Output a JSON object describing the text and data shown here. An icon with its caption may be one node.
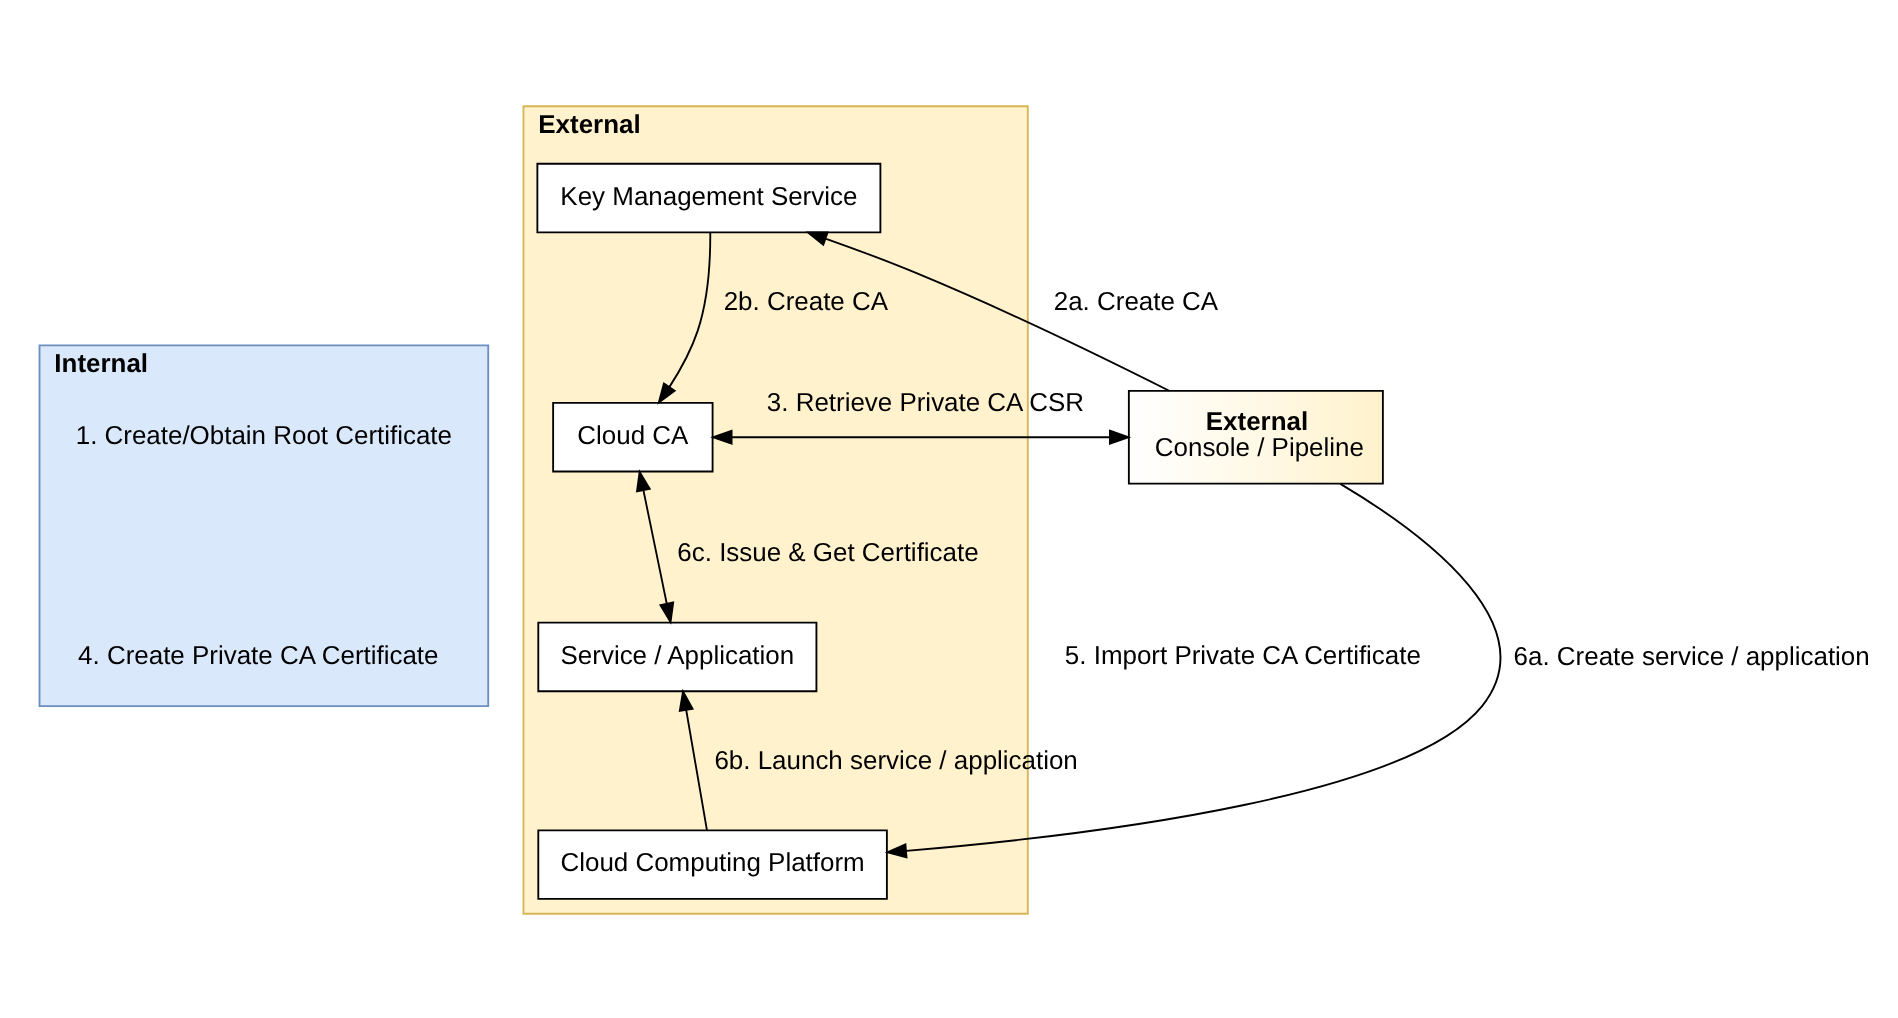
{
  "diagram": {
    "nodes": [
      {
        "text": [
          "Internal"
        ]
      },
      {
        "text": [
          "External"
        ]
      },
      {
        "text": [
          "External",
          "Console / Pipeline"
        ]
      },
      {
        "text": [
          "Key Management Service"
        ],
        "in": 1
      },
      {
        "text": [
          "Cloud CA"
        ],
        "in": 1
      },
      {
        "text": [
          "Service / Application"
        ],
        "in": 1
      },
      {
        "text": [
          "Cloud Computing Platform"
        ],
        "in": 1
      }
    ],
    "edges": [
      {
        "from": 2,
        "to": 3,
        "arrow": "to",
        "label": "2a. Create CA"
      },
      {
        "from": 3,
        "to": 4,
        "arrow": "to",
        "label": "2b. Create CA"
      },
      {
        "from": 2,
        "to": 4,
        "arrow": "both",
        "label": "3. Retrieve Private CA CSR"
      },
      {
        "from": 4,
        "to": 5,
        "arrow": "both",
        "label": "6c. Issue & Get Certificate"
      },
      {
        "from": 6,
        "to": 5,
        "arrow": "to",
        "label": "6b. Launch service / application"
      },
      {
        "from": 2,
        "to": 6,
        "arrow": "to",
        "label": "6a. Create service / application"
      }
    ],
    "labels": [
      "1. Create/Obtain Root Certificate",
      "4. Create Private CA Certificate",
      "5. Import Private CA Certificate"
    ]
  }
}
